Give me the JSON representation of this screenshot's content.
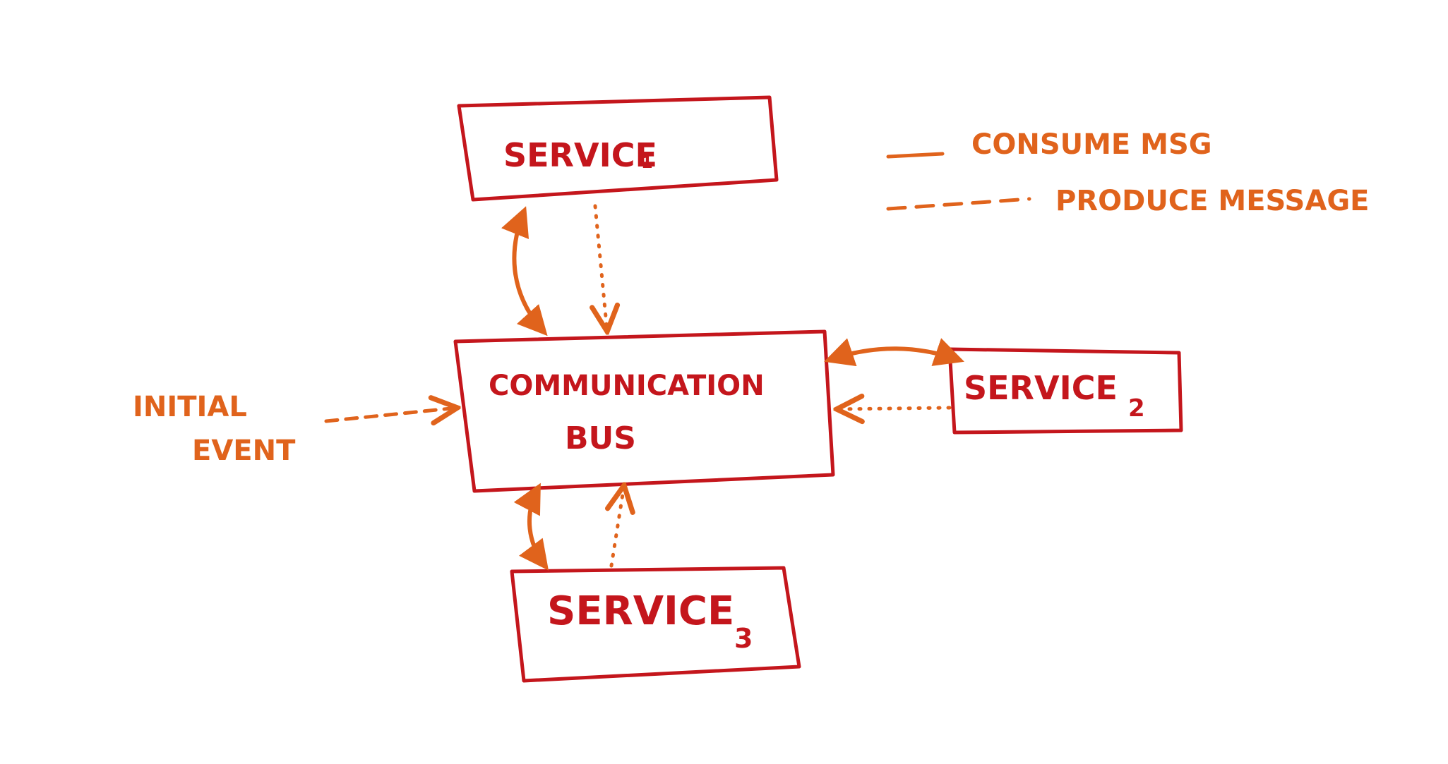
{
  "colors": {
    "box": "#c4161c",
    "arrow": "#e0631c",
    "paper": "#ffffff"
  },
  "nodes": {
    "service1": {
      "label": "SERVICE",
      "subscript": "1"
    },
    "bus": {
      "line1": "COMMUNICATION",
      "line2": "BUS"
    },
    "service2": {
      "label": "SERVICE",
      "subscript": "2"
    },
    "service3": {
      "label": "SERVICE",
      "subscript": "3"
    }
  },
  "initial_event": {
    "line1": "INITIAL",
    "line2": "EVENT"
  },
  "legend": {
    "consume": "CONSUME MSG",
    "produce": "PRODUCE MESSAGE"
  },
  "edges": [
    {
      "from": "service1",
      "to": "bus",
      "type": "consume",
      "bidirectional": true
    },
    {
      "from": "service1",
      "to": "bus",
      "type": "produce"
    },
    {
      "from": "service2",
      "to": "bus",
      "type": "consume",
      "bidirectional": true
    },
    {
      "from": "service2",
      "to": "bus",
      "type": "produce"
    },
    {
      "from": "service3",
      "to": "bus",
      "type": "consume",
      "bidirectional": true
    },
    {
      "from": "service3",
      "to": "bus",
      "type": "produce"
    },
    {
      "from": "initial_event",
      "to": "bus",
      "type": "produce"
    }
  ]
}
